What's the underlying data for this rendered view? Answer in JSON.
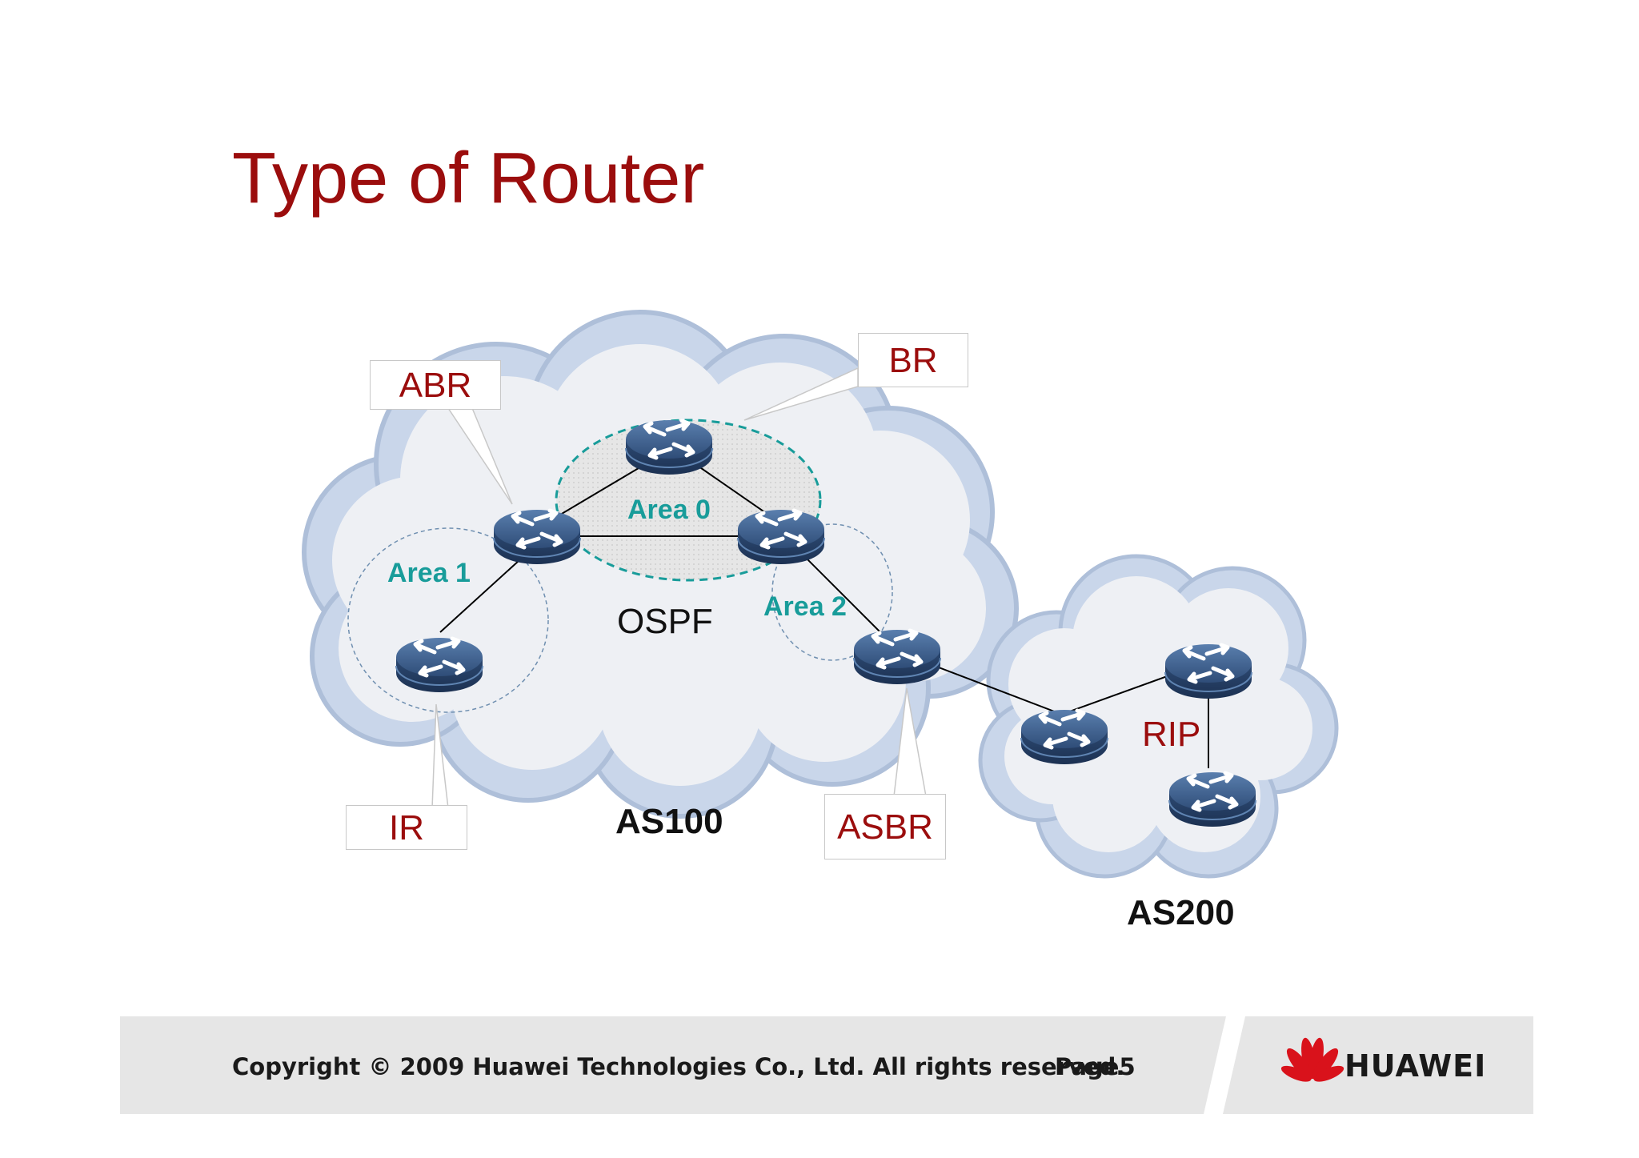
{
  "slide": {
    "title": "Type of Router"
  },
  "diagram": {
    "callouts": {
      "abr": "ABR",
      "br": "BR",
      "ir": "IR",
      "asbr": "ASBR"
    },
    "areas": {
      "area0": "Area 0",
      "area1": "Area 1",
      "area2": "Area 2"
    },
    "protocols": {
      "ospf": "OSPF",
      "rip": "RIP"
    },
    "systems": {
      "as100": "AS100",
      "as200": "AS200"
    },
    "icons": {
      "router": "router-icon",
      "cloud": "cloud-icon",
      "logo": "huawei-flower-icon"
    },
    "colors": {
      "title": "#9b0d0d",
      "area_label": "#189c9a",
      "router": "#3a5a86",
      "cloud": "#c9d6ea"
    }
  },
  "footer": {
    "copyright": "Copyright © 2009 Huawei Technologies Co., Ltd. All rights reserved.",
    "page": "Page5",
    "logo_text": "HUAWEI"
  }
}
